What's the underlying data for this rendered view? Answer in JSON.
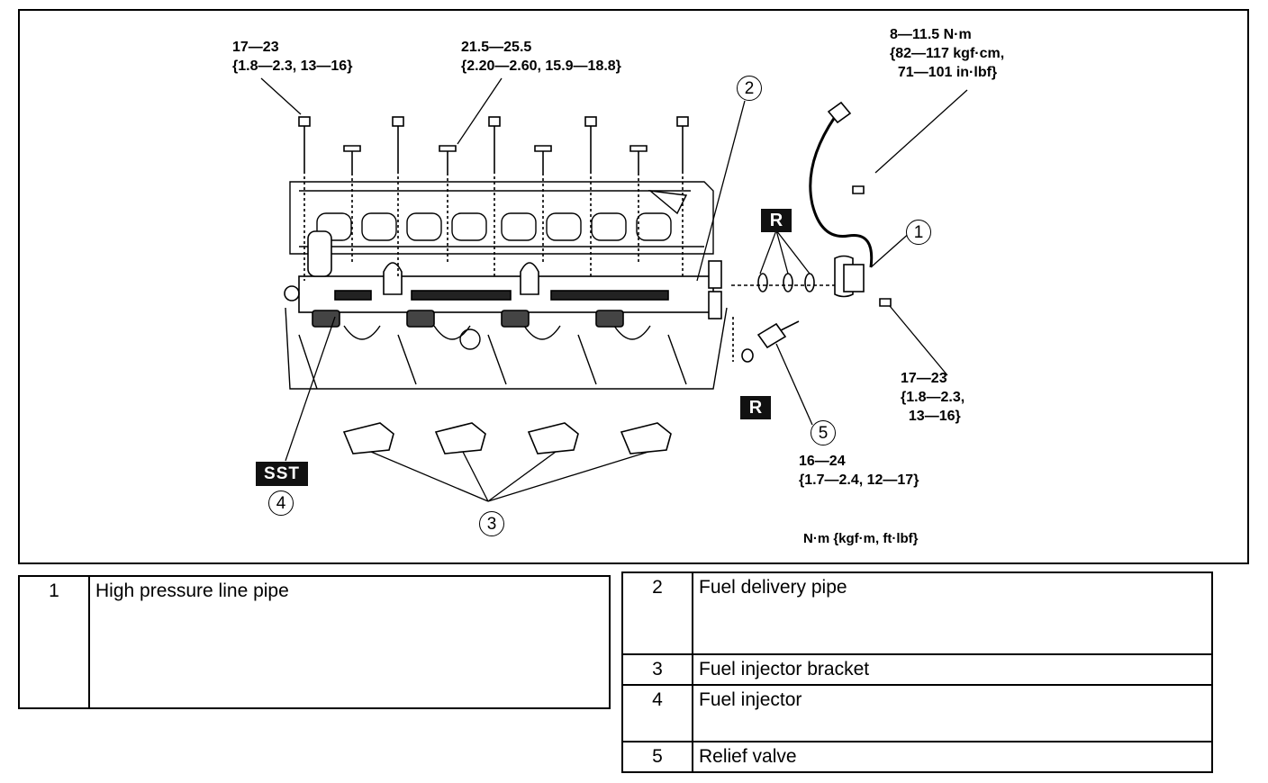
{
  "torques": {
    "t1": "17—23\n{1.8—2.3, 13—16}",
    "t2": "21.5—25.5\n{2.20—2.60, 15.9—18.8}",
    "t3": "8—11.5 N·m\n{82—117 kgf·cm,\n  71—101 in·lbf}",
    "t4": "17—23\n{1.8—2.3,\n  13—16}",
    "t5": "16—24\n{1.7—2.4, 12—17}"
  },
  "labels": {
    "r": "R",
    "sst": "SST",
    "unit_note": "N·m {kgf·m, ft·lbf}"
  },
  "callouts": {
    "c1": "1",
    "c2": "2",
    "c3": "3",
    "c4": "4",
    "c5": "5"
  },
  "parts_left": [
    {
      "num": "1",
      "name": "High pressure line pipe"
    }
  ],
  "parts_right": [
    {
      "num": "2",
      "name": "Fuel delivery pipe"
    },
    {
      "num": "3",
      "name": "Fuel injector bracket"
    },
    {
      "num": "4",
      "name": "Fuel injector"
    },
    {
      "num": "5",
      "name": "Relief valve"
    }
  ]
}
